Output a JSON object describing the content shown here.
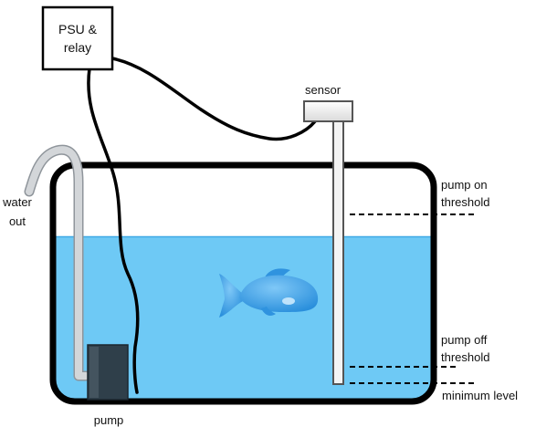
{
  "labels": {
    "psu_line1": "PSU &",
    "psu_line2": "relay",
    "sensor": "sensor",
    "water_out_line1": "water",
    "water_out_line2": "out",
    "pump": "pump",
    "pump_on_line1": "pump on",
    "pump_on_line2": "threshold",
    "pump_off_line1": "pump off",
    "pump_off_line2": "threshold",
    "minimum_level": "minimum level"
  },
  "colors": {
    "water": "#6ec9f5",
    "tank_outline": "#000000",
    "cable": "#000000",
    "pump_body": "#2f3f4a",
    "hose": "#c9ccd0",
    "fish": "#3aa0e8"
  }
}
